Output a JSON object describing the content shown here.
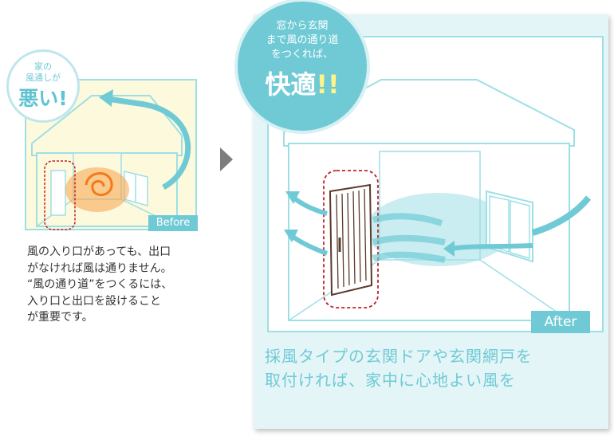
{
  "before": {
    "badge_line1": "家の",
    "badge_line2": "風通しが",
    "badge_big": "悪い!",
    "tag": "Before",
    "description": [
      "風の入り口があっても、出口",
      "がなければ風は通りません。",
      "“風の通り道”をつくるには、",
      "入り口と出口を設けること",
      "が重要です。"
    ]
  },
  "after": {
    "badge_line1": "窓から玄関",
    "badge_line2": "まで風の通り道",
    "badge_line3": "をつくれば、",
    "badge_big": "快適",
    "badge_exclaim": "!!",
    "tag": "After",
    "description": [
      "採風タイプの玄関ドアや玄関網戸を",
      "取付ければ、家中に心地よい風を"
    ]
  },
  "colors": {
    "accent": "#6fcad6",
    "house_fill": "#fdf9dc",
    "house_line": "#9edfe6",
    "after_bg": "#e4f5f7",
    "highlight_dash": "#c0202a",
    "stagnant_air": "#f7a24a",
    "arrow_gray": "#7d7d7d"
  }
}
